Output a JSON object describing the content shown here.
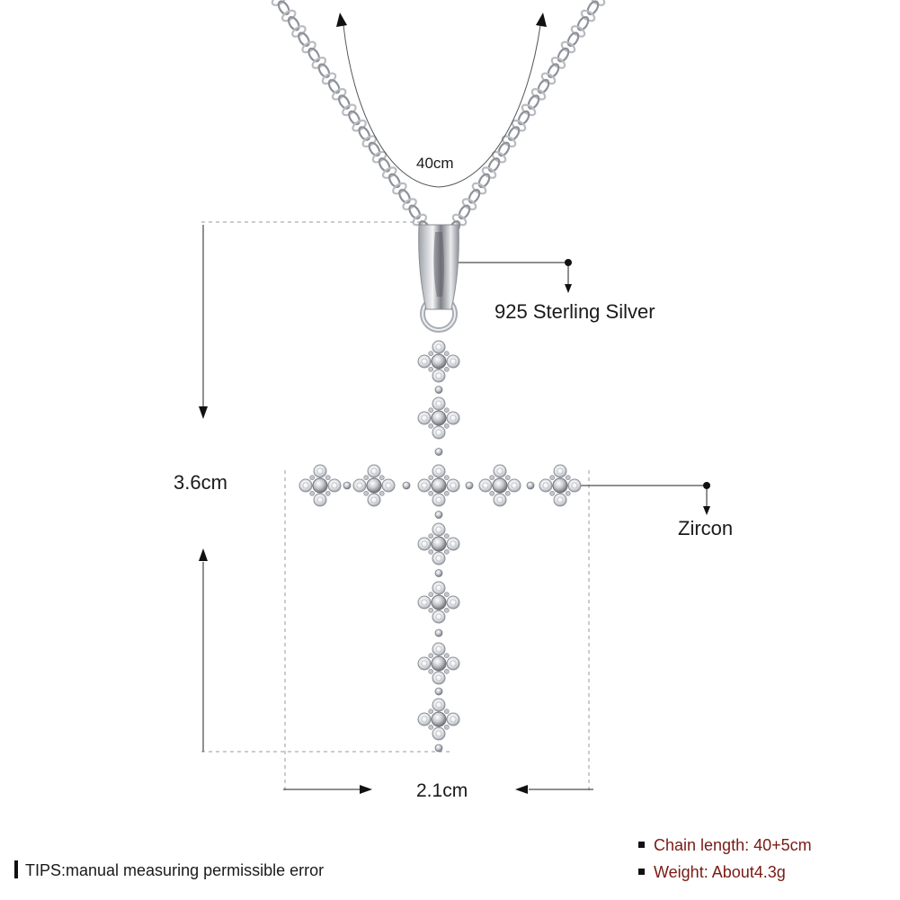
{
  "dimensions": {
    "chain_loop": "40cm",
    "pendant_height": "3.6cm",
    "pendant_width": "2.1cm"
  },
  "callouts": {
    "material": "925 Sterling Silver",
    "stone": "Zircon"
  },
  "specs": [
    {
      "label": "Chain length: 40+5cm"
    },
    {
      "label": "Weight: About4.3g"
    }
  ],
  "tips": "TIPS:manual measuring permissible error",
  "colors": {
    "background": "#ffffff",
    "spec_text": "#7a1a14",
    "dimension_line": "#222222",
    "guide_line": "#999999",
    "silver": "#c9ccd1"
  },
  "icons": [
    "bullet-square",
    "tips-bar"
  ]
}
